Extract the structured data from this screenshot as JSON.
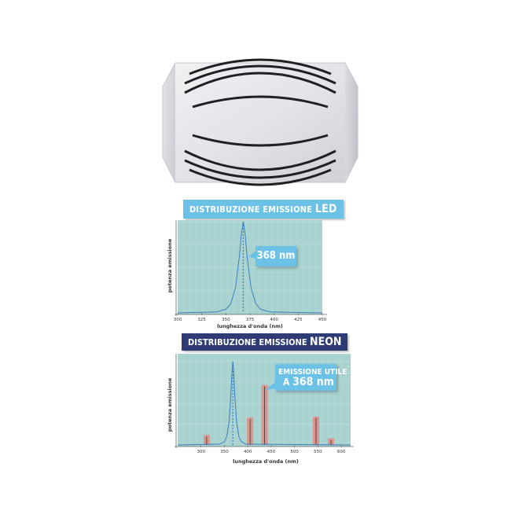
{
  "titles": {
    "led_prefix": "DISTRIBUZIONE EMISSIONE",
    "led_highlight": "LED",
    "neon_prefix": "DISTRIBUZIONE EMISSIONE",
    "neon_highlight": "NEON"
  },
  "callouts": {
    "led_label": "368 nm",
    "neon_line1": "EMISSIONE UTILE",
    "neon_line2_prefix": "A",
    "neon_line2_value": "368 nm"
  },
  "colors": {
    "plot_background": "#a9d3d0",
    "curve": "#3a7fc0",
    "label_blue": "#6cc1e6",
    "neon_title": "#2f3b74",
    "neon_bars": "#e48a83"
  },
  "chart_data": [
    {
      "type": "line",
      "xlabel": "lunghezza d'onda (nm)",
      "ylabel": "potenza emissione",
      "xticks": [
        300,
        325,
        350,
        375,
        400,
        425,
        450
      ],
      "xlim": [
        300,
        450
      ],
      "peak_nm": 368,
      "series": [
        {
          "x": [
            300,
            340,
            350,
            355,
            360,
            364,
            366,
            368,
            370,
            372,
            376,
            381,
            386,
            396,
            450
          ],
          "y": [
            0,
            0.01,
            0.04,
            0.1,
            0.28,
            0.62,
            0.86,
            1.0,
            0.86,
            0.62,
            0.28,
            0.1,
            0.04,
            0.01,
            0
          ]
        }
      ]
    },
    {
      "type": "line",
      "xlabel": "lunghezza d'onda (nm)",
      "ylabel": "potenza emissione",
      "xticks": [
        300,
        350,
        400,
        450,
        500,
        550,
        600
      ],
      "xlim": [
        250,
        620
      ],
      "peak_nm": 368,
      "series": [
        {
          "x": [
            250,
            340,
            350,
            355,
            360,
            364,
            366,
            368,
            370,
            372,
            376,
            381,
            386,
            396,
            620
          ],
          "y": [
            0,
            0.01,
            0.04,
            0.1,
            0.28,
            0.62,
            0.86,
            1.0,
            0.86,
            0.62,
            0.28,
            0.1,
            0.04,
            0.01,
            0
          ]
        }
      ],
      "emission_lines": [
        {
          "x": 312,
          "value": 0.12
        },
        {
          "x": 405,
          "value": 0.33
        },
        {
          "x": 436,
          "value": 0.72
        },
        {
          "x": 546,
          "value": 0.34
        },
        {
          "x": 578,
          "value": 0.08
        }
      ]
    }
  ]
}
